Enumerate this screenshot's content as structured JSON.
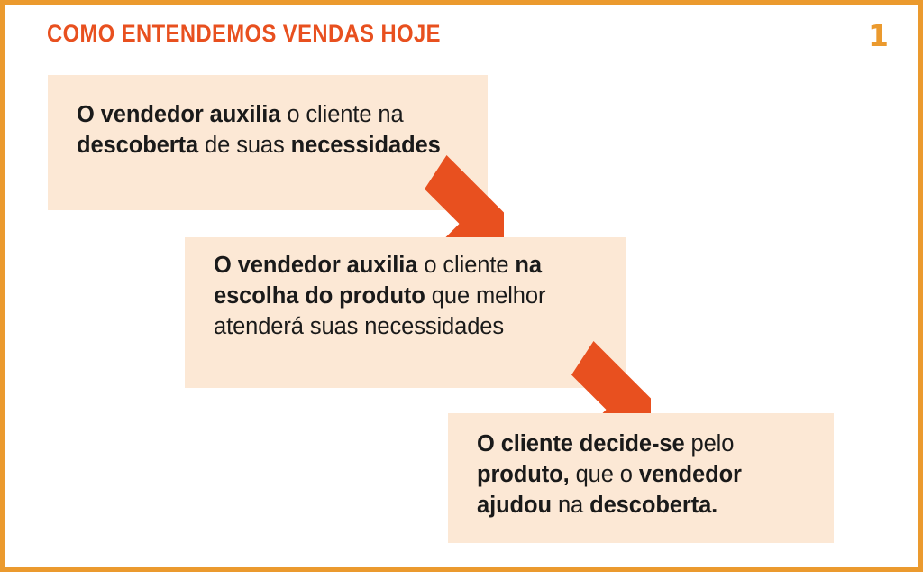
{
  "slide": {
    "title": "COMO ENTENDEMOS VENDAS HOJE",
    "page_number": "1",
    "colors": {
      "accent_orange_red": "#e8501f",
      "border_orange": "#eb9a2e",
      "box_background": "#fce8d5",
      "text_dark": "#1a1a1a",
      "page_background": "#ffffff"
    }
  },
  "flow": {
    "steps": [
      {
        "id": "step-1",
        "segments": [
          {
            "text": "O vendedor auxilia",
            "bold": true
          },
          {
            "text": " o cliente na ",
            "bold": false
          },
          {
            "text": "descoberta",
            "bold": true
          },
          {
            "text": " de suas ",
            "bold": false
          },
          {
            "text": "necessidades",
            "bold": true
          }
        ],
        "plain_text": "O vendedor auxilia o cliente na descoberta de suas necessidades"
      },
      {
        "id": "step-2",
        "segments": [
          {
            "text": "O vendedor auxilia",
            "bold": true
          },
          {
            "text": " o cliente ",
            "bold": false
          },
          {
            "text": "na escolha do produto",
            "bold": true
          },
          {
            "text": " que melhor atenderá suas necessidades",
            "bold": false
          }
        ],
        "plain_text": "O vendedor auxilia o cliente na escolha do produto que melhor atenderá suas necessidades"
      },
      {
        "id": "step-3",
        "segments": [
          {
            "text": "O cliente decide-se",
            "bold": true
          },
          {
            "text": " pelo ",
            "bold": false
          },
          {
            "text": "produto,",
            "bold": true
          },
          {
            "text": " que o ",
            "bold": false
          },
          {
            "text": "vendedor ajudou",
            "bold": true
          },
          {
            "text": " na ",
            "bold": false
          },
          {
            "text": "descoberta.",
            "bold": true
          }
        ],
        "plain_text": "O cliente decide-se pelo produto, que o vendedor ajudou na descoberta."
      }
    ],
    "connectors": [
      {
        "id": "connector-1",
        "icon": "arrow-down-right-icon",
        "from": "step-1",
        "to": "step-2"
      },
      {
        "id": "connector-2",
        "icon": "arrow-down-right-icon",
        "from": "step-2",
        "to": "step-3"
      }
    ]
  }
}
